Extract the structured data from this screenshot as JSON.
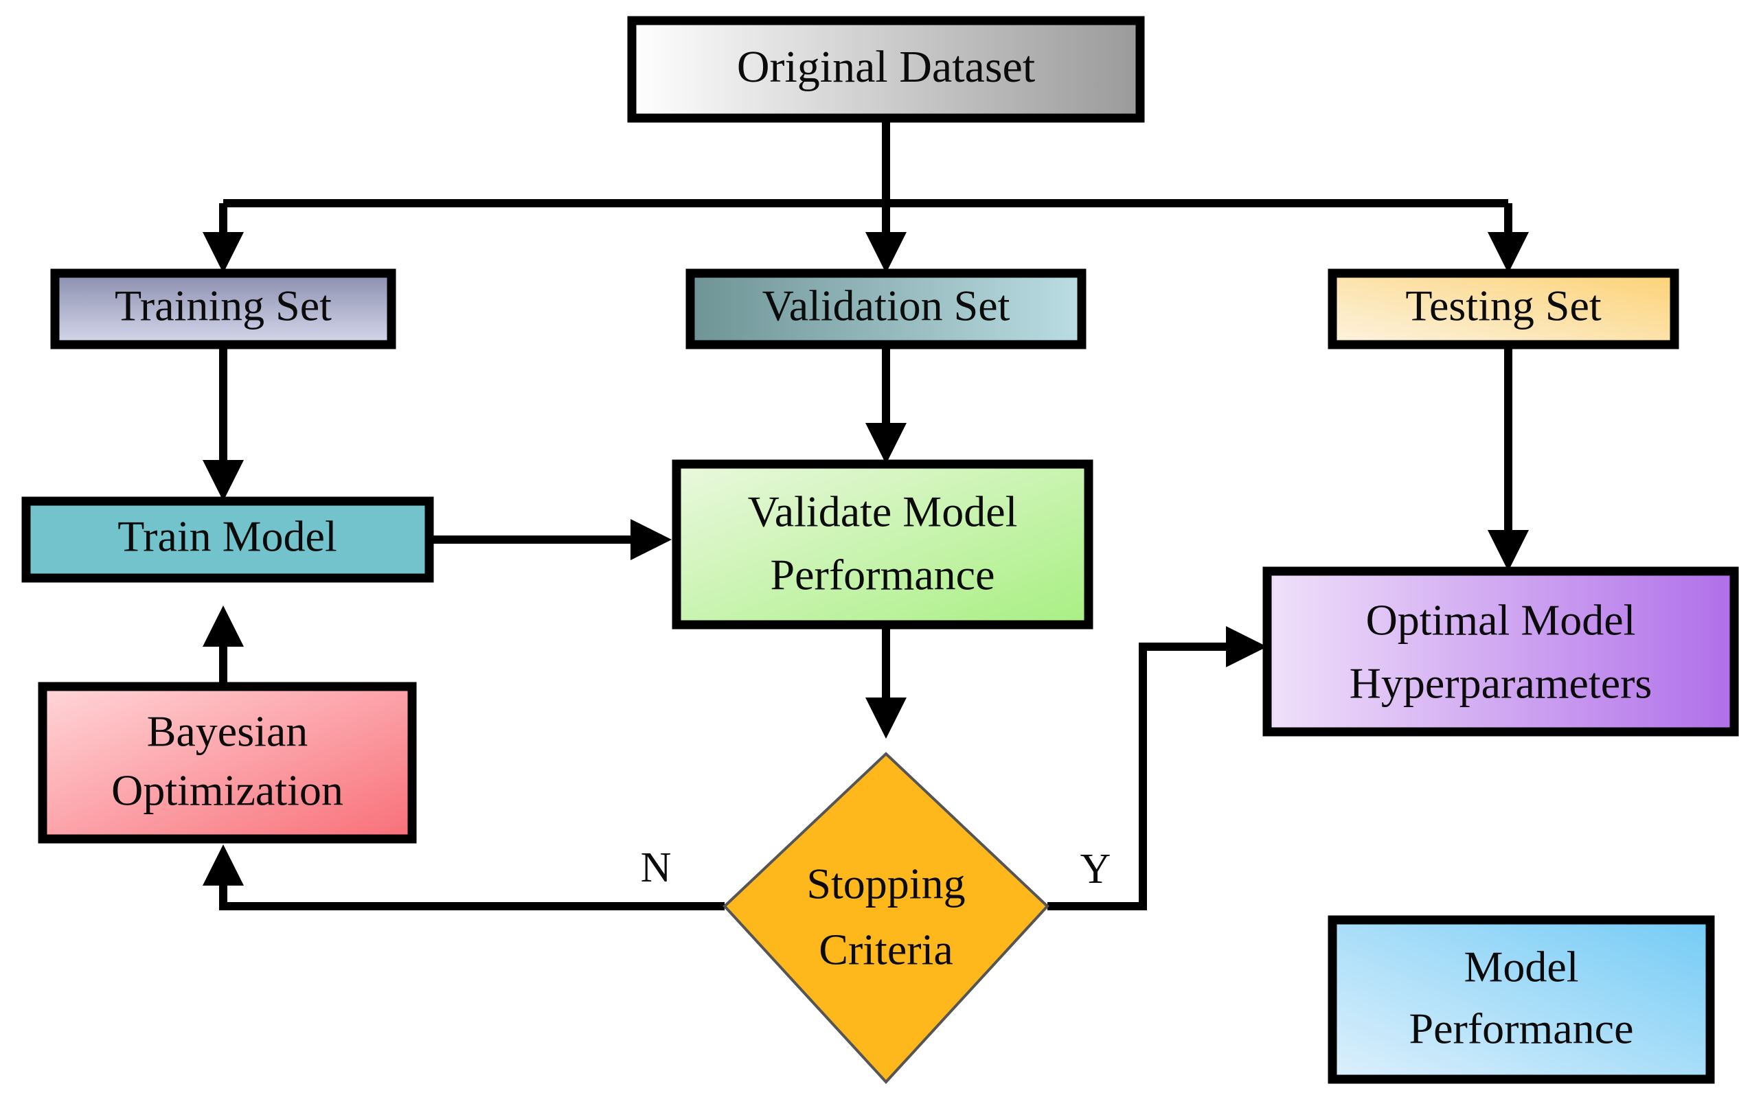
{
  "diagram": {
    "title_text": "",
    "background_color": "#ffffff",
    "border_color": "#000000",
    "connector_color": "#000000",
    "nodes": {
      "original_dataset": {
        "label": "Original Dataset",
        "shape": "rectangle",
        "fill_start": "#ffffff",
        "fill_end": "#9a9a9a"
      },
      "training_set": {
        "label": "Training Set",
        "shape": "rectangle",
        "fill_start": "#8b8fae",
        "fill_end": "#d6d8ec"
      },
      "validation_set": {
        "label": "Validation Set",
        "shape": "rectangle",
        "fill_start": "#6f9496",
        "fill_end": "#b9dde2"
      },
      "testing_set": {
        "label": "Testing Set",
        "shape": "rectangle",
        "fill_start": "#fcf1d8",
        "fill_end": "#fbd682"
      },
      "train_model": {
        "label": "Train Model",
        "shape": "rectangle",
        "fill_start": "#73c3cc",
        "fill_end": "#73c3cc"
      },
      "validate_model_performance": {
        "label_line1": "Validate Model",
        "label_line2": "Performance",
        "shape": "rectangle",
        "fill_start": "#e8f7dc",
        "fill_end": "#adf08a"
      },
      "bayesian_optimization": {
        "label_line1": "Bayesian",
        "label_line2": "Optimization",
        "shape": "rectangle",
        "fill_start": "#ffd4d7",
        "fill_end": "#f9737b"
      },
      "stopping_criteria": {
        "label_line1": "Stopping",
        "label_line2": "Criteria",
        "shape": "diamond",
        "fill_start": "#ffb81c",
        "fill_end": "#ffb81c"
      },
      "optimal_model_hyperparameters": {
        "label_line1": "Optimal Model",
        "label_line2": "Hyperparameters",
        "shape": "rectangle",
        "fill_start": "#eddcf7",
        "fill_end": "#b572e8"
      },
      "model_performance": {
        "label_line1": "Model",
        "label_line2": "Performance",
        "shape": "rectangle",
        "fill_start": "#ddf0fc",
        "fill_end": "#78cdf5"
      }
    },
    "edge_labels": {
      "no_branch": "N",
      "yes_branch": "Y"
    }
  }
}
